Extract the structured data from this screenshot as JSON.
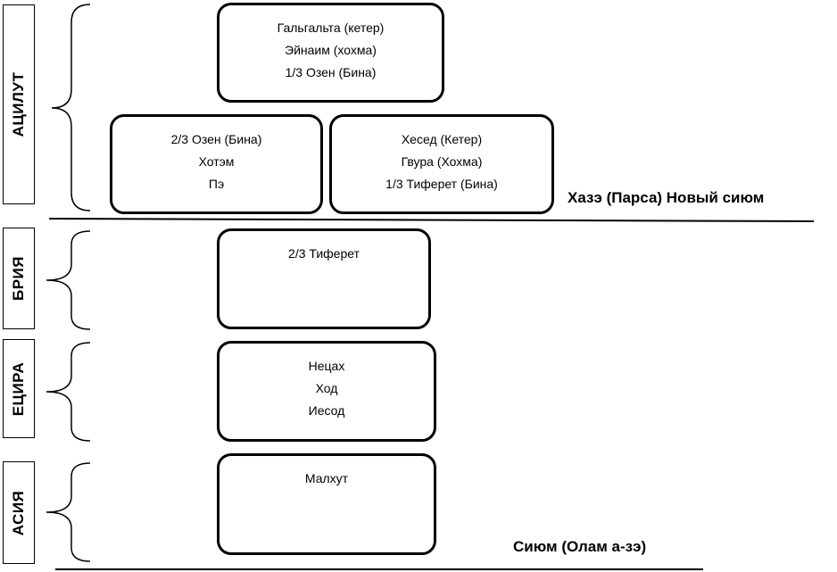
{
  "worlds": [
    {
      "id": "atzilut",
      "label": "АЦИЛУТ"
    },
    {
      "id": "beria",
      "label": "БРИЯ"
    },
    {
      "id": "yetzira",
      "label": "ЕЦИРА"
    },
    {
      "id": "asiya",
      "label": "АСИЯ"
    }
  ],
  "boxes": [
    {
      "id": "top",
      "lines": [
        "Гальгальта (кетер)",
        "Эйнаим (хохма)",
        "1/3 Озен (Бина)"
      ]
    },
    {
      "id": "left",
      "lines": [
        "2/3 Озен (Бина)",
        "Хотэм",
        "Пэ"
      ]
    },
    {
      "id": "right",
      "lines": [
        "Хесед (Кетер)",
        "Гвура (Хохма)",
        "1/3 Тиферет (Бина)"
      ]
    },
    {
      "id": "beria",
      "lines": [
        "2/3 Тиферет"
      ]
    },
    {
      "id": "yetzira",
      "lines": [
        "Нецах",
        "Ход",
        "Иесод"
      ]
    },
    {
      "id": "asiya",
      "lines": [
        "Малхут"
      ]
    }
  ],
  "captions": {
    "haze": "Хазэ (Парса) Новый сиюм",
    "sium": "Сиюм (Олам а-зэ)"
  }
}
